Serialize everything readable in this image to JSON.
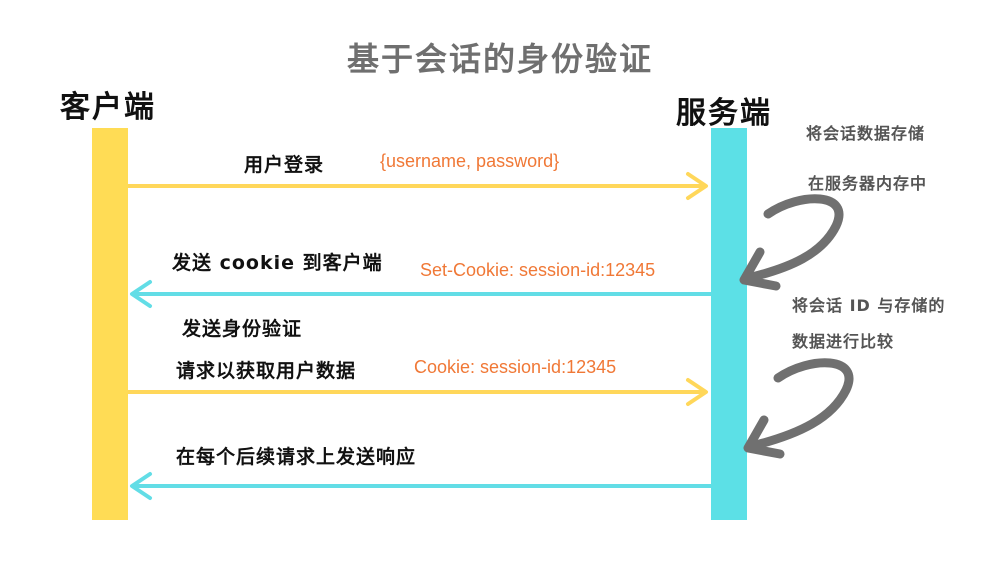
{
  "title": "基于会话的身份验证",
  "actors": {
    "client": "客户端",
    "server": "服务端"
  },
  "messages": [
    {
      "label": "用户登录",
      "payload": "{username, password}"
    },
    {
      "label": "发送 cookie 到客户端",
      "payload": "Set-Cookie: session-id:12345"
    },
    {
      "label": "发送身份验证",
      "label2": "请求以获取用户数据",
      "payload": "Cookie: session-id:12345"
    },
    {
      "label": "在每个后续请求上发送响应"
    }
  ],
  "notes": {
    "store_line1": "将会话数据存储",
    "store_line2": "在服务器内存中",
    "compare_line1": "将会话 ID 与存储的",
    "compare_line2": "数据进行比较"
  },
  "colors": {
    "client_lifeline": "#ffdc55",
    "server_lifeline": "#5ce0e6",
    "request_arrow": "#ffd75a",
    "response_arrow": "#62dde6",
    "payload_text": "#f07836",
    "note_arrow": "#707070"
  }
}
